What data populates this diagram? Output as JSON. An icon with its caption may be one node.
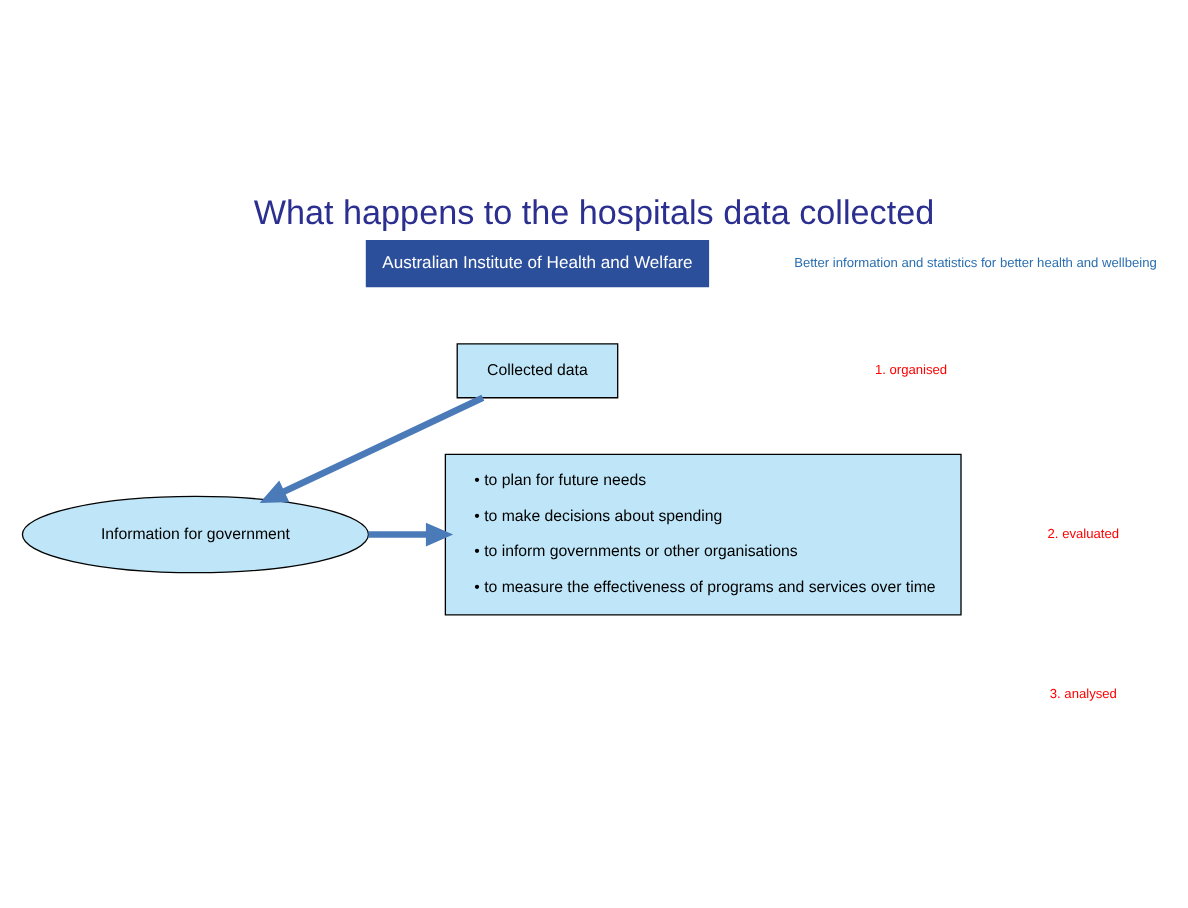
{
  "diagram": {
    "title": "What happens to the hospitals data collected",
    "nodes": [
      {
        "text": [
          "Collected data"
        ]
      },
      {
        "text": [
          "Information for government"
        ]
      },
      {
        "text": [
          "• to plan for future needs",
          "• to make decisions about spending",
          "• to inform governments or other organisations",
          "• to measure the effectiveness of programs and services over time"
        ]
      }
    ],
    "edges": [
      {
        "from": 0,
        "to": 1,
        "arrow": "to"
      },
      {
        "from": 1,
        "to": 2,
        "arrow": "to"
      }
    ],
    "labels": [
      "Australian Institute of Health and Welfare",
      "Better information and statistics for better health and wellbeing",
      "1. organised",
      "2. evaluated",
      "3. analysed"
    ]
  }
}
